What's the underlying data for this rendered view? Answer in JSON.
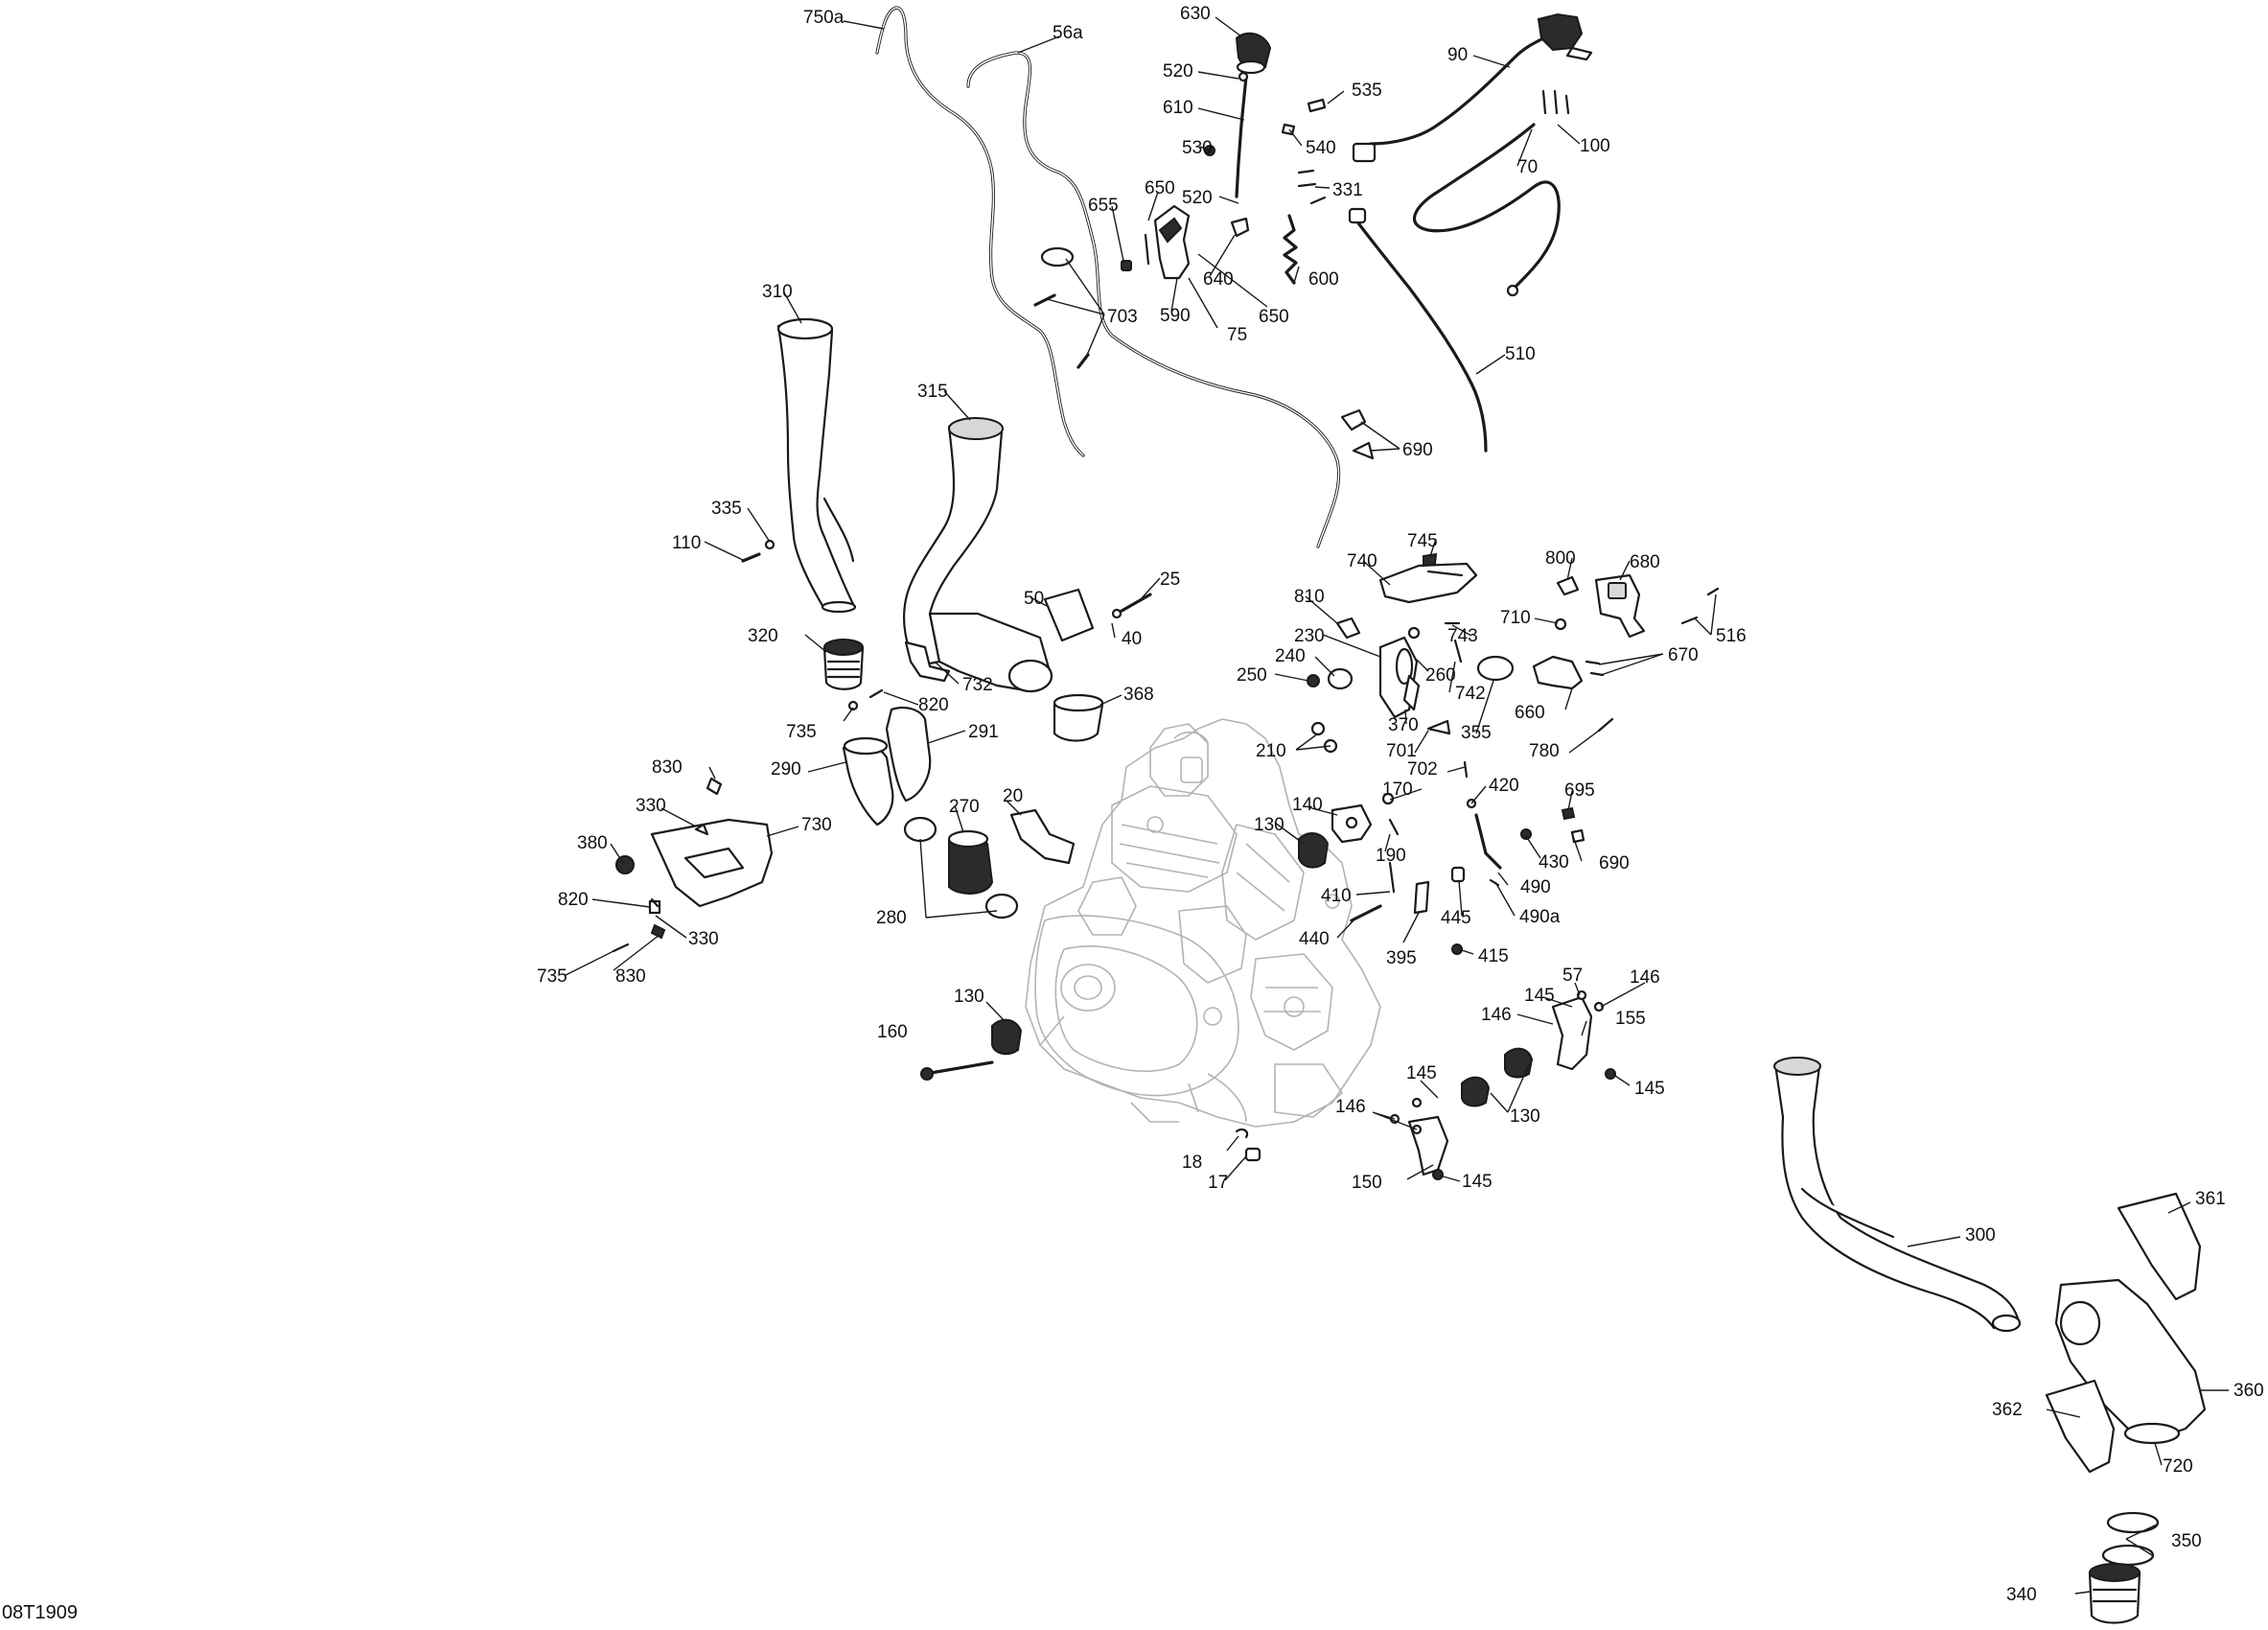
{
  "drawing_ref": "08T1909",
  "callouts": [
    {
      "id": "750a",
      "label": "750a"
    },
    {
      "id": "56a",
      "label": "56a"
    },
    {
      "id": "630",
      "label": "630"
    },
    {
      "id": "520a",
      "label": "520"
    },
    {
      "id": "610",
      "label": "610"
    },
    {
      "id": "535",
      "label": "535"
    },
    {
      "id": "540",
      "label": "540"
    },
    {
      "id": "530",
      "label": "530"
    },
    {
      "id": "90",
      "label": "90"
    },
    {
      "id": "100",
      "label": "100"
    },
    {
      "id": "70",
      "label": "70"
    },
    {
      "id": "650a",
      "label": "650"
    },
    {
      "id": "520b",
      "label": "520"
    },
    {
      "id": "331",
      "label": "331"
    },
    {
      "id": "655",
      "label": "655"
    },
    {
      "id": "640",
      "label": "640"
    },
    {
      "id": "600",
      "label": "600"
    },
    {
      "id": "590",
      "label": "590"
    },
    {
      "id": "650b",
      "label": "650"
    },
    {
      "id": "75",
      "label": "75"
    },
    {
      "id": "703",
      "label": "703"
    },
    {
      "id": "310",
      "label": "310"
    },
    {
      "id": "510",
      "label": "510"
    },
    {
      "id": "315",
      "label": "315"
    },
    {
      "id": "690a",
      "label": "690"
    },
    {
      "id": "335",
      "label": "335"
    },
    {
      "id": "110",
      "label": "110"
    },
    {
      "id": "745",
      "label": "745"
    },
    {
      "id": "740",
      "label": "740"
    },
    {
      "id": "800",
      "label": "800"
    },
    {
      "id": "680",
      "label": "680"
    },
    {
      "id": "25",
      "label": "25"
    },
    {
      "id": "50",
      "label": "50"
    },
    {
      "id": "40",
      "label": "40"
    },
    {
      "id": "810",
      "label": "810"
    },
    {
      "id": "710",
      "label": "710"
    },
    {
      "id": "516",
      "label": "516"
    },
    {
      "id": "743",
      "label": "743"
    },
    {
      "id": "320",
      "label": "320"
    },
    {
      "id": "230",
      "label": "230"
    },
    {
      "id": "240",
      "label": "240"
    },
    {
      "id": "670",
      "label": "670"
    },
    {
      "id": "250",
      "label": "250"
    },
    {
      "id": "260",
      "label": "260"
    },
    {
      "id": "742",
      "label": "742"
    },
    {
      "id": "732",
      "label": "732"
    },
    {
      "id": "368",
      "label": "368"
    },
    {
      "id": "660",
      "label": "660"
    },
    {
      "id": "820a",
      "label": "820"
    },
    {
      "id": "370",
      "label": "370"
    },
    {
      "id": "735a",
      "label": "735"
    },
    {
      "id": "291",
      "label": "291"
    },
    {
      "id": "355",
      "label": "355"
    },
    {
      "id": "780",
      "label": "780"
    },
    {
      "id": "701",
      "label": "701"
    },
    {
      "id": "210",
      "label": "210"
    },
    {
      "id": "830a",
      "label": "830"
    },
    {
      "id": "290",
      "label": "290"
    },
    {
      "id": "702",
      "label": "702"
    },
    {
      "id": "420",
      "label": "420"
    },
    {
      "id": "170",
      "label": "170"
    },
    {
      "id": "695",
      "label": "695"
    },
    {
      "id": "20",
      "label": "20"
    },
    {
      "id": "140",
      "label": "140"
    },
    {
      "id": "330a",
      "label": "330"
    },
    {
      "id": "270",
      "label": "270"
    },
    {
      "id": "730",
      "label": "730"
    },
    {
      "id": "130a",
      "label": "130"
    },
    {
      "id": "190",
      "label": "190"
    },
    {
      "id": "430",
      "label": "430"
    },
    {
      "id": "690b",
      "label": "690"
    },
    {
      "id": "380",
      "label": "380"
    },
    {
      "id": "490",
      "label": "490"
    },
    {
      "id": "410",
      "label": "410"
    },
    {
      "id": "820b",
      "label": "820"
    },
    {
      "id": "330b",
      "label": "330"
    },
    {
      "id": "280",
      "label": "280"
    },
    {
      "id": "490a",
      "label": "490a"
    },
    {
      "id": "445",
      "label": "445"
    },
    {
      "id": "440",
      "label": "440"
    },
    {
      "id": "735b",
      "label": "735"
    },
    {
      "id": "830b",
      "label": "830"
    },
    {
      "id": "395",
      "label": "395"
    },
    {
      "id": "415",
      "label": "415"
    },
    {
      "id": "57",
      "label": "57"
    },
    {
      "id": "146a",
      "label": "146"
    },
    {
      "id": "130b",
      "label": "130"
    },
    {
      "id": "145a",
      "label": "145"
    },
    {
      "id": "146b",
      "label": "146"
    },
    {
      "id": "155",
      "label": "155"
    },
    {
      "id": "160",
      "label": "160"
    },
    {
      "id": "145b",
      "label": "145"
    },
    {
      "id": "145c",
      "label": "145"
    },
    {
      "id": "146c",
      "label": "146"
    },
    {
      "id": "130c",
      "label": "130"
    },
    {
      "id": "18",
      "label": "18"
    },
    {
      "id": "150",
      "label": "150"
    },
    {
      "id": "145d",
      "label": "145"
    },
    {
      "id": "17",
      "label": "17"
    },
    {
      "id": "361",
      "label": "361"
    },
    {
      "id": "300",
      "label": "300"
    },
    {
      "id": "360",
      "label": "360"
    },
    {
      "id": "362",
      "label": "362"
    },
    {
      "id": "720",
      "label": "720"
    },
    {
      "id": "350",
      "label": "350"
    },
    {
      "id": "340",
      "label": "340"
    }
  ]
}
